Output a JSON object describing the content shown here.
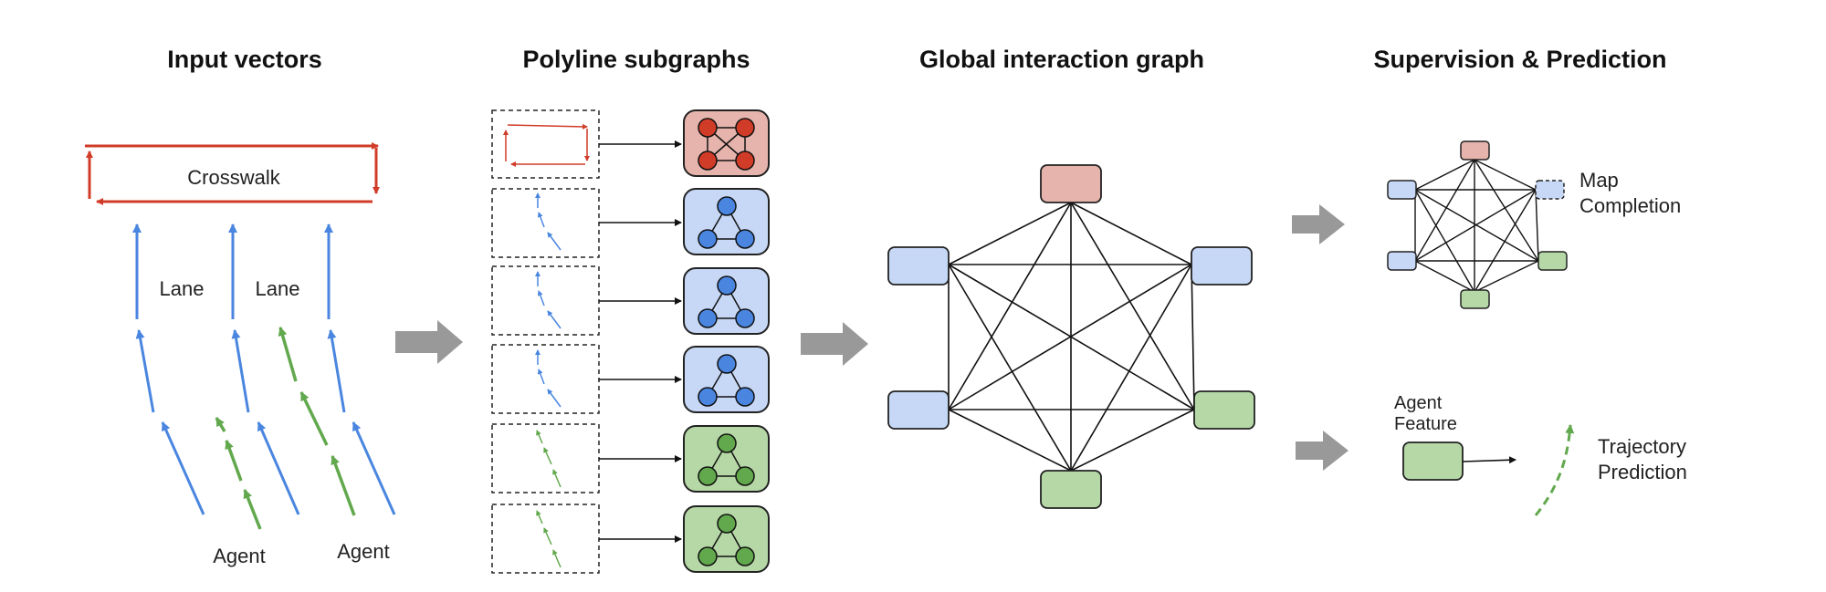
{
  "titles": {
    "input": "Input vectors",
    "polyline": "Polyline subgraphs",
    "global": "Global interaction graph",
    "supervision": "Supervision & Prediction"
  },
  "labels": {
    "crosswalk": "Crosswalk",
    "lane_1": "Lane",
    "lane_2": "Lane",
    "agent_1": "Agent",
    "agent_2": "Agent",
    "map_completion_line1": "Map",
    "map_completion_line2": "Completion",
    "agent_feature_line1": "Agent",
    "agent_feature_line2": "Feature",
    "trajectory_prediction_line1": "Trajectory",
    "trajectory_prediction_line2": "Prediction"
  },
  "colors": {
    "crosswalk": "#d13c28",
    "lane": "#4a86e0",
    "agent": "#62a84d",
    "crosswalk_fill": "#e6b4ac",
    "lane_fill": "#c7d8f6",
    "agent_fill": "#b5d8a6",
    "flow_arrow": "#999999"
  },
  "polyline_subgraphs": [
    "crosswalk",
    "lane",
    "lane",
    "lane",
    "agent",
    "agent"
  ],
  "global_graph": {
    "nodes": [
      "crosswalk",
      "lane",
      "lane",
      "agent",
      "agent",
      "lane"
    ],
    "fully_connected": true
  },
  "map_completion_graph": {
    "nodes": [
      "crosswalk",
      "lane_masked",
      "agent",
      "agent",
      "lane",
      "lane"
    ],
    "masked_node": "lane",
    "fully_connected": true
  }
}
